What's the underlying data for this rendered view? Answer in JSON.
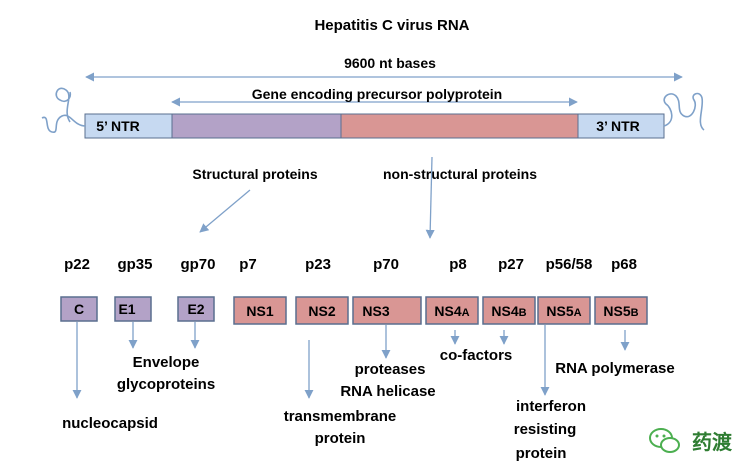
{
  "title": "Hepatitis C virus RNA",
  "length_label": "9600 nt bases",
  "gene_label": "Gene encoding precursor polyprotein",
  "ntr5": "5’ NTR",
  "ntr3": "3’ NTR",
  "structural_label": "Structural proteins",
  "nonstructural_label": "non-structural proteins",
  "colors": {
    "ntr": "#c6d9f1",
    "structural": "#b3a2c7",
    "nonstructural": "#d99694",
    "border": "#5a6f8f",
    "arrow": "#7fa1c9",
    "loop": "#7fa1c9"
  },
  "proteins": [
    {
      "weight": "p22",
      "name": "C",
      "type": "structural"
    },
    {
      "weight": "gp35",
      "name": "E1",
      "type": "structural"
    },
    {
      "weight": "gp70",
      "name": "E2",
      "type": "structural"
    },
    {
      "weight": "p7",
      "name": "NS1",
      "type": "nonstructural"
    },
    {
      "weight": "p23",
      "name": "NS2",
      "type": "nonstructural"
    },
    {
      "weight": "p70",
      "name": "NS3",
      "type": "nonstructural"
    },
    {
      "weight": "p8",
      "name": "NS4",
      "suffix": "A",
      "type": "nonstructural"
    },
    {
      "weight": "p27",
      "name": "NS4",
      "suffix": "B",
      "type": "nonstructural"
    },
    {
      "weight": "p56/58",
      "name": "NS5",
      "suffix": "A",
      "type": "nonstructural"
    },
    {
      "weight": "p68",
      "name": "NS5",
      "suffix": "B",
      "type": "nonstructural"
    }
  ],
  "functions": {
    "nucleocapsid": "nucleocapsid",
    "envelope": [
      "Envelope",
      "glycoproteins"
    ],
    "transmembrane": [
      "transmembrane",
      "protein"
    ],
    "protease": [
      "proteases",
      "RNA helicase"
    ],
    "cofactors": "co-factors",
    "interferon": [
      "interferon",
      "resisting",
      "protein"
    ],
    "polymerase": "RNA polymerase"
  },
  "watermark": "药渡"
}
